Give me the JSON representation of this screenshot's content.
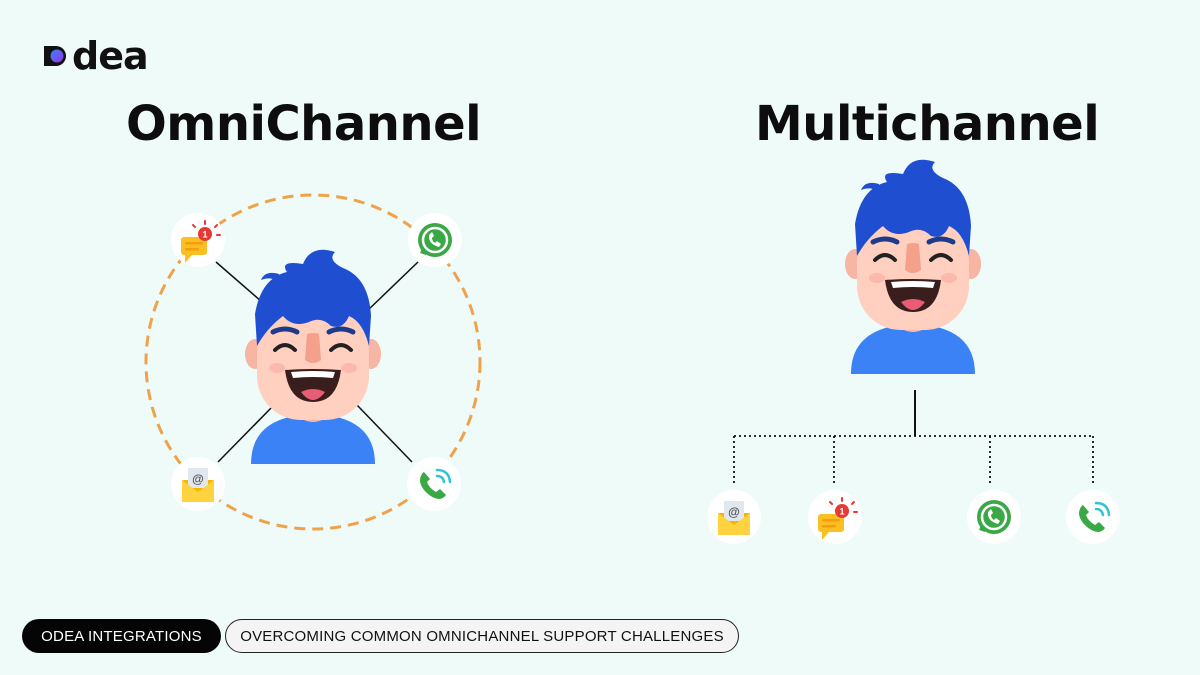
{
  "brand": {
    "logo_text": "dea",
    "accent": "#7c3aed"
  },
  "headings": {
    "left": "OmniChannel",
    "right": "Multichannel"
  },
  "diagram": {
    "omnichannel_channels": [
      "chat-notification",
      "whatsapp",
      "email",
      "phone"
    ],
    "multichannel_channels": [
      "email",
      "chat-notification",
      "whatsapp",
      "phone"
    ],
    "notification_badge": "1",
    "colors": {
      "ring": "#f0a24a",
      "hair": "#1f4fd0",
      "shirt": "#3b82f6",
      "skin": "#ffcfc0",
      "whatsapp": "#3aa845"
    }
  },
  "tags": {
    "category": "ODEA INTEGRATIONS",
    "article": "OVERCOMING COMMON OMNICHANNEL SUPPORT CHALLENGES"
  }
}
